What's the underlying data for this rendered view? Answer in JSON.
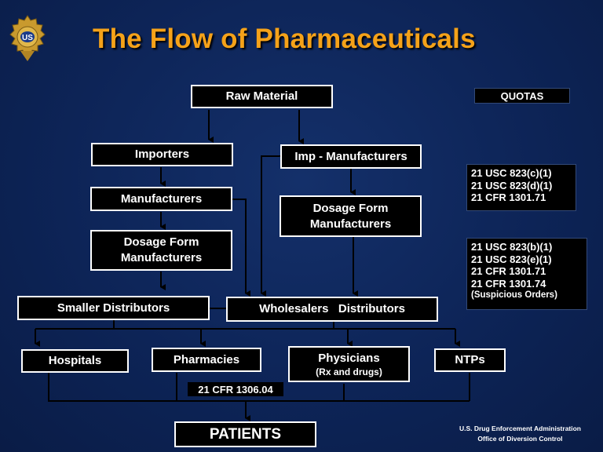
{
  "header": {
    "title": "The Flow of Pharmaceuticals",
    "badge_text": "US"
  },
  "flow": {
    "raw_material": "Raw Material",
    "importers": "Importers",
    "imp_manufacturers": "Imp - Manufacturers",
    "manufacturers": "Manufacturers",
    "dosage_left_line1": "Dosage Form",
    "dosage_left_line2": "Manufacturers",
    "dosage_right_line1": "Dosage Form",
    "dosage_right_line2": "Manufacturers",
    "smaller_distributors": "Smaller Distributors",
    "wholesalers": "Wholesalers   Distributors",
    "hospitals": "Hospitals",
    "pharmacies": "Pharmacies",
    "physicians": "Physicians",
    "physicians_sub": "(Rx and drugs)",
    "ntps": "NTPs",
    "cfr_label": "21 CFR 1306.04",
    "patients": "PATIENTS"
  },
  "regulations": {
    "quotas": "QUOTAS",
    "group1": [
      "21 USC 823(c)(1)",
      "21 USC 823(d)(1)",
      "21 CFR 1301.71"
    ],
    "group2": [
      "21 USC 823(b)(1)",
      "21 USC 823(e)(1)",
      "21 CFR 1301.71",
      "21 CFR 1301.74"
    ],
    "group2_note": "(Suspicious Orders)"
  },
  "footer": {
    "line1": "U.S. Drug Enforcement Administration",
    "line2": "Office of Diversion Control"
  },
  "colors": {
    "background": "#0d2457",
    "title": "#f5a219",
    "box": "#000000",
    "line": "#000000"
  }
}
